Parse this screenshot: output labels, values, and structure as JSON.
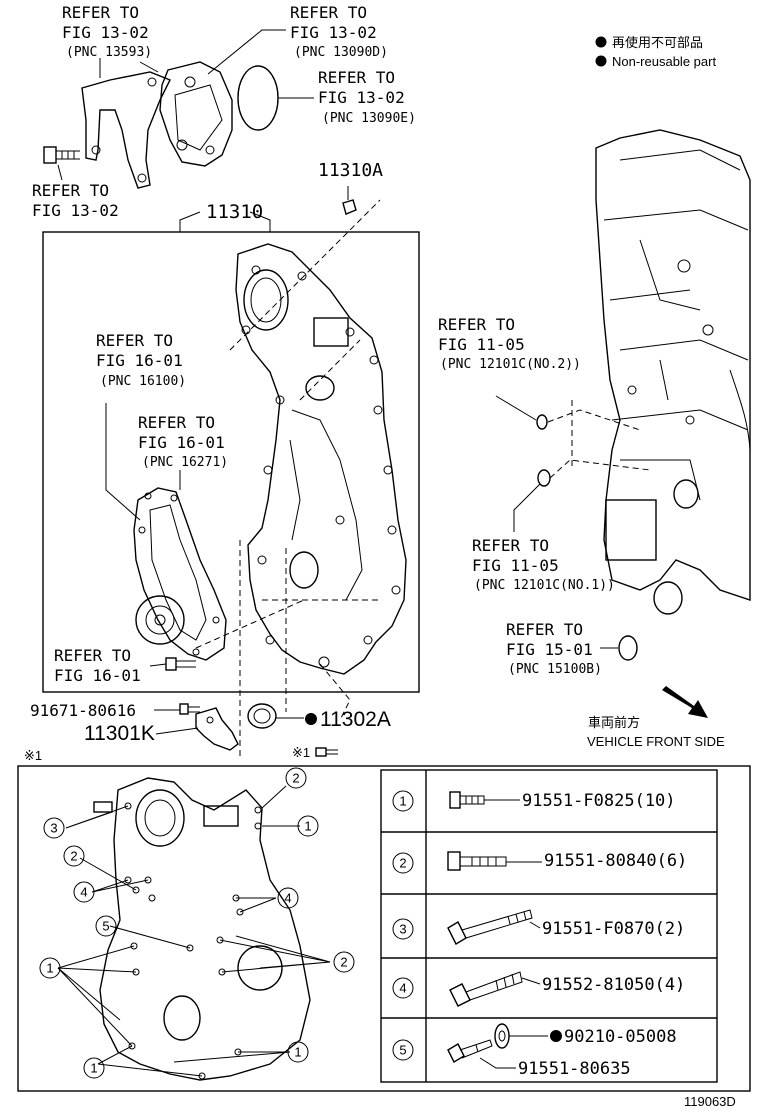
{
  "labels": {
    "ref_13593": [
      "REFER TO",
      "FIG 13-02",
      "(PNC 13593)"
    ],
    "ref_13090d": [
      "REFER TO",
      "FIG 13-02",
      "(PNC 13090D)"
    ],
    "ref_13090e": [
      "REFER TO",
      "FIG 13-02",
      "(PNC 13090E)"
    ],
    "ref_bolt_1302": [
      "REFER TO",
      "FIG 13-02"
    ],
    "pn_11310a": "11310A",
    "pn_11310": "11310",
    "ref_16100": [
      "REFER TO",
      "FIG 16-01",
      "(PNC 16100)"
    ],
    "ref_16271": [
      "REFER TO",
      "FIG 16-01",
      "(PNC 16271)"
    ],
    "ref_1601_bolt": [
      "REFER TO",
      "FIG 16-01"
    ],
    "ref_12101c_no2": [
      "REFER TO",
      "FIG 11-05",
      "(PNC 12101C(NO.2))"
    ],
    "ref_12101c_no1": [
      "REFER TO",
      "FIG 11-05",
      "(PNC 12101C(NO.1))"
    ],
    "ref_15100b": [
      "REFER TO",
      "FIG 15-01",
      "(PNC 15100B)"
    ],
    "pn_91671": "91671-80616",
    "pn_11301k": "11301K",
    "pn_11302a": "11302A",
    "note_mark": "※1",
    "note_mark_bolt": "※1",
    "front_jp": "車両前方",
    "front_en": "VEHICLE FRONT SIDE",
    "figure_id": "119063D"
  },
  "legend": {
    "jp": "再使用不可部品",
    "en": "Non-reusable part"
  },
  "fastener_table": [
    {
      "no": "1",
      "part": "91551-F0825(10)"
    },
    {
      "no": "2",
      "part": "91551-80840(6)"
    },
    {
      "no": "3",
      "part": "91551-F0870(2)"
    },
    {
      "no": "4",
      "part": "91552-81050(4)"
    },
    {
      "no": "5",
      "part": "91551-80635",
      "extra": "90210-05008"
    }
  ],
  "colors": {
    "ink": "#000000",
    "paper": "#ffffff"
  }
}
